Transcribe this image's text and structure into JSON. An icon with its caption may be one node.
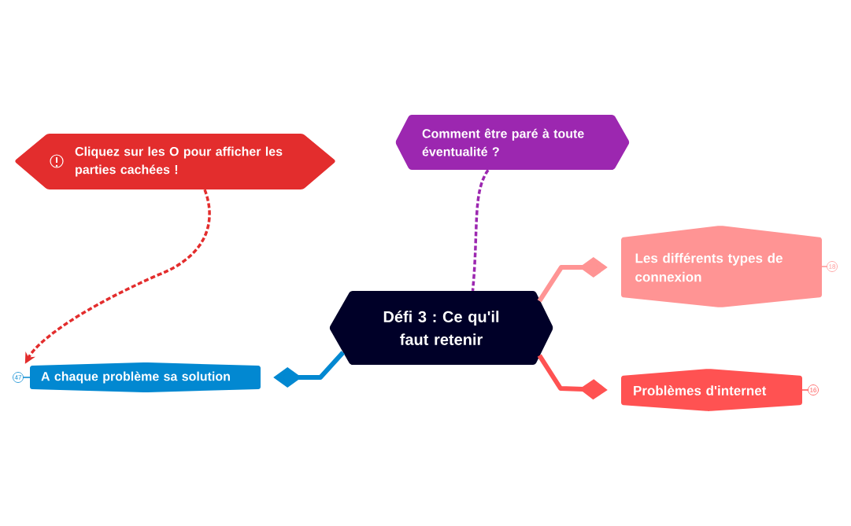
{
  "diagram": {
    "nodes": [
      {
        "text": [
          "Défi 3 : Ce qu'il faut retenir"
        ]
      },
      {
        "text": [
          "Cliquez sur les O pour afficher les parties cachées !"
        ]
      },
      {
        "text": [
          "Comment être paré à toute éventualité ?"
        ]
      },
      {
        "text": [
          "Les différents types de connexion"
        ],
        "beside": [
          "18"
        ]
      },
      {
        "text": [
          "Problèmes d'internet"
        ],
        "beside": [
          "16"
        ]
      },
      {
        "text": [
          "A chaque problème sa solution"
        ],
        "beside": [
          "47"
        ]
      }
    ],
    "edges": [
      {
        "from": 0,
        "to": 3,
        "arrow": "other",
        "color": "#ff9494"
      },
      {
        "from": 0,
        "to": 4,
        "arrow": "other",
        "color": "#ff5252"
      },
      {
        "from": 0,
        "to": 5,
        "arrow": "other",
        "color": "#0288d1"
      },
      {
        "from": 2,
        "to": 0,
        "arrow": "none",
        "style": "dashed",
        "color": "#9c27b0"
      },
      {
        "from": 1,
        "to": 5,
        "arrow": "to",
        "style": "dashed",
        "color": "#e32d2d"
      }
    ]
  }
}
